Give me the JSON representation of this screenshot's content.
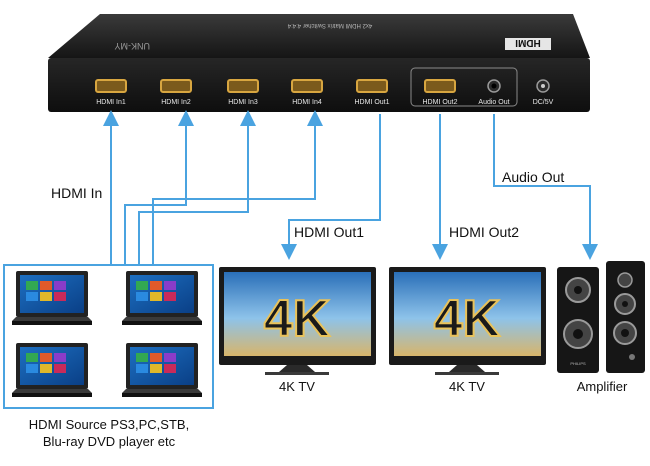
{
  "device": {
    "top_label": "4x2 HDMI Matrix Switcher 4:4:4",
    "brand": "UNK-MY",
    "hdmi_logo": "HDMI",
    "ports": [
      "HDMI In1",
      "HDMI In2",
      "HDMI In3",
      "HDMI In4",
      "HDMI Out1",
      "HDMI Out2",
      "Audio Out",
      "DC/5V"
    ]
  },
  "labels": {
    "hdmi_in": "HDMI In",
    "hdmi_out1": "HDMI Out1",
    "hdmi_out2": "HDMI Out2",
    "audio_out": "Audio Out"
  },
  "tv1": {
    "badge": "4K",
    "caption": "4K TV"
  },
  "tv2": {
    "badge": "4K",
    "caption": "4K TV"
  },
  "amplifier": {
    "caption": "Amplifier",
    "brand": "PHILIPS"
  },
  "sources": {
    "caption_line1": "HDMI Source PS3,PC,STB,",
    "caption_line2": "Blu-ray DVD player etc"
  },
  "colors": {
    "arrow": "#4aa3e0",
    "device": "#1c1c1c",
    "port": "#d8a640"
  }
}
